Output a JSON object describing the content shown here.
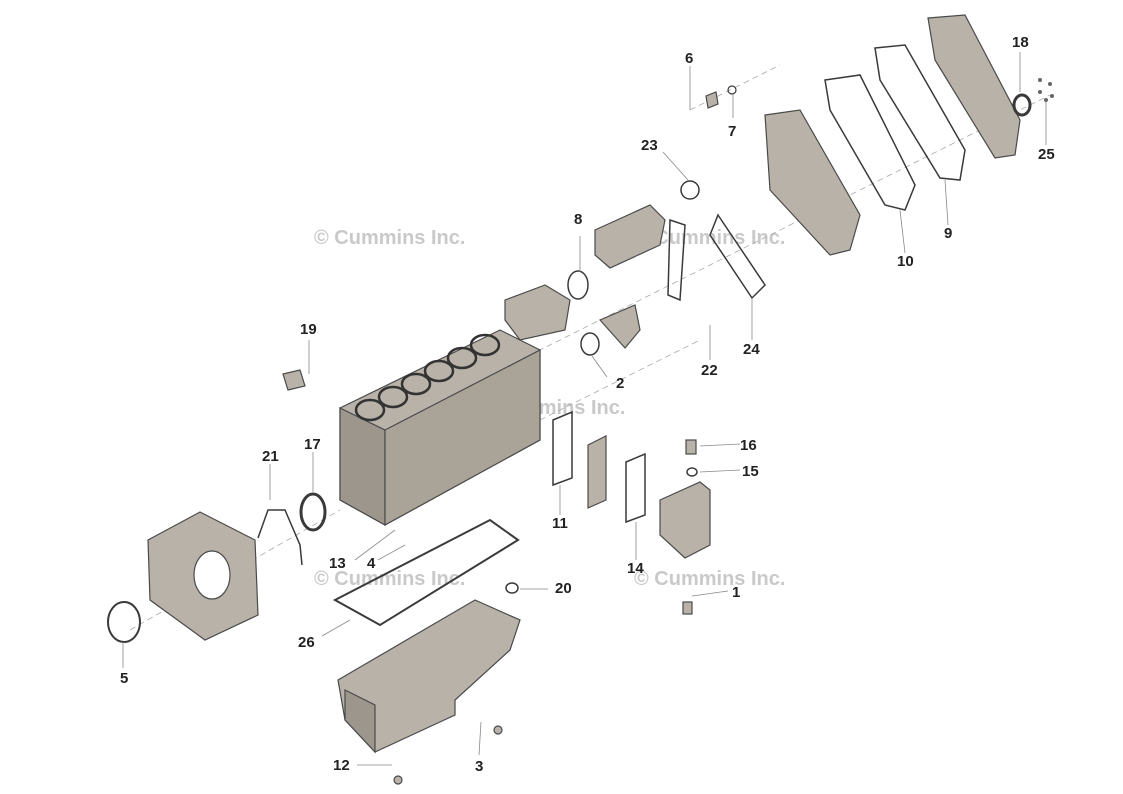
{
  "watermark": "© Cummins Inc.",
  "callouts": [
    {
      "id": "1",
      "label": "1"
    },
    {
      "id": "2",
      "label": "2"
    },
    {
      "id": "3",
      "label": "3"
    },
    {
      "id": "4",
      "label": "4"
    },
    {
      "id": "5",
      "label": "5"
    },
    {
      "id": "6",
      "label": "6"
    },
    {
      "id": "7",
      "label": "7"
    },
    {
      "id": "8",
      "label": "8"
    },
    {
      "id": "9",
      "label": "9"
    },
    {
      "id": "10",
      "label": "10"
    },
    {
      "id": "11",
      "label": "11"
    },
    {
      "id": "12",
      "label": "12"
    },
    {
      "id": "13",
      "label": "13"
    },
    {
      "id": "14",
      "label": "14"
    },
    {
      "id": "15",
      "label": "15"
    },
    {
      "id": "16",
      "label": "16"
    },
    {
      "id": "17",
      "label": "17"
    },
    {
      "id": "18",
      "label": "18"
    },
    {
      "id": "19",
      "label": "19"
    },
    {
      "id": "20",
      "label": "20"
    },
    {
      "id": "21",
      "label": "21"
    },
    {
      "id": "22",
      "label": "22"
    },
    {
      "id": "23",
      "label": "23"
    },
    {
      "id": "24",
      "label": "24"
    },
    {
      "id": "25",
      "label": "25"
    },
    {
      "id": "26",
      "label": "26"
    }
  ],
  "colors": {
    "part": "#b8b2a8",
    "line": "#4a4a4a",
    "watermark": "#c9c9c9",
    "text": "#222222"
  }
}
